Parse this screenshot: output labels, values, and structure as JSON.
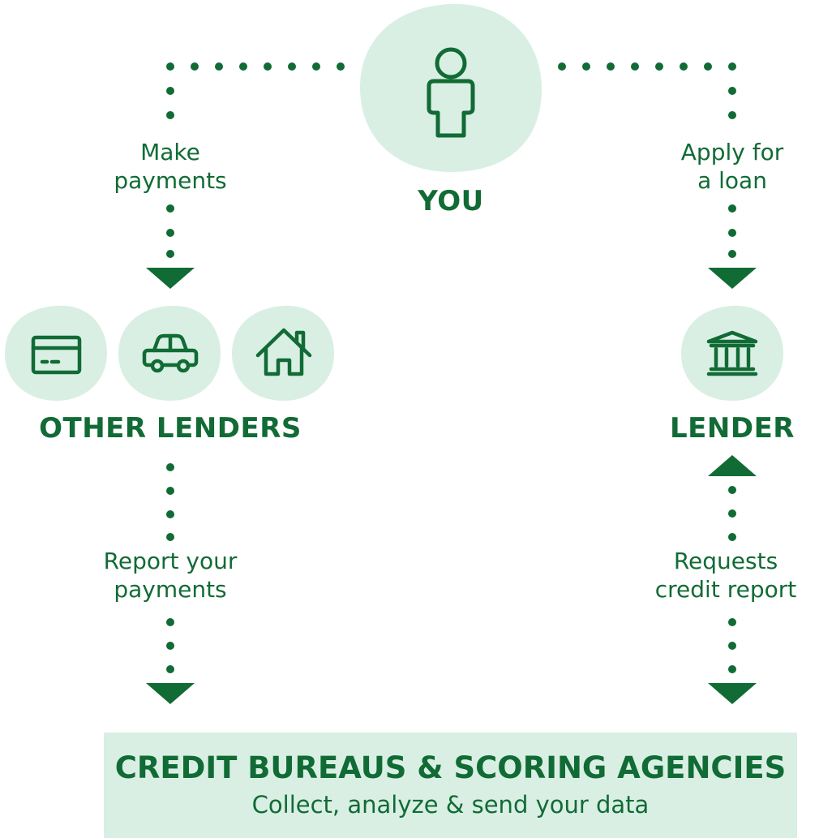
{
  "nodes": {
    "you": "YOU",
    "other_lenders": "OTHER LENDERS",
    "lender": "LENDER"
  },
  "steps": {
    "make_payments": "Make\npayments",
    "apply_for_loan": "Apply for\na loan",
    "report_payments": "Report your\npayments",
    "requests_report": "Requests\ncredit report"
  },
  "bureau": {
    "title": "CREDIT BUREAUS & SCORING AGENCIES",
    "subtitle": "Collect, analyze & send your data"
  },
  "icons": [
    "person-icon",
    "credit-card-icon",
    "car-icon",
    "house-icon",
    "bank-icon"
  ],
  "colors": {
    "primary": "#116b35",
    "blob": "#d9efe4"
  }
}
